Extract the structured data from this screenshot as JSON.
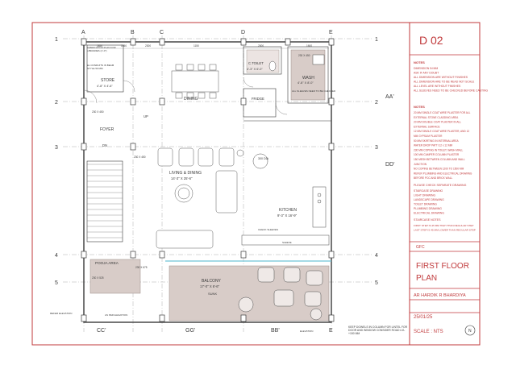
{
  "title_block": {
    "sheet_no": "D 02",
    "notes_head": "NOTES",
    "notes_a": [
      "DIMENSION IN MM",
      "ASK IF ANY DOUBT",
      "ALL DIMENSION ARE WITHOUT FINISHES",
      "ALL DIMENSION ARE TO BE READ NOT SCALE",
      "ALL LEVEL ARE WITHOUT FINISHES",
      "ALL SLEEVES NEED TO BE CHECKED BEFORE CASTING"
    ],
    "notes_b_head": "NOTES",
    "notes_b": [
      "20 MM SINGLE COAT WIRE PLASTER FOR ALL",
      "EXTERNAL STONE CLADDING AREA",
      "20 MM DOUBLE COAT PLASTER IN ALL",
      "EXTERNAL SURFACE",
      "12 MM SINGLE COAT WIRE PLASTER, AND 12",
      "MM GYPSUM PLASTER",
      "50 MM SKIRTING IN INTERNAL AREA",
      "WATER DROP PATTI 12 x 12 MM",
      "230 MM COPING IN TOILET, WASH WALL",
      "100 MM CAMPER COLUMN PLASTER",
      "150 MESH BETWEEN COLUMN AND WALL",
      "JUNCTION",
      "NO COPING BETWEEN 1200 TO 1500 MM",
      "REFER PLUMBING AND ELECTRICAL DRAWING",
      "BEFORE PCC AND BRICK WALL"
    ],
    "check_head": "PLEASE CHECK SEPARATE DRAWING",
    "check_list": [
      "STAIRCASE DRAWING",
      "LIGHT DRAWING",
      "LANDSCAPE DRAWING",
      "TOILET DRAWING",
      "PLUMBING DRAWING",
      "ELECTRICAL DRAWING"
    ],
    "stair_head": "STAIRCASE NOTES",
    "stair_list": [
      "FIRST STEP IS 45 MM HIGH THAN REGULAR STEP",
      "LAST STEP IS 45 MM LOWER THAN REGULAR STEP"
    ],
    "floor_code": "GFC",
    "plan_title_1": "FIRST FLOOR",
    "plan_title_2": "PLAN",
    "architect": "AR HARDIK R BHARDIYA",
    "date": "25/01/25",
    "scale": "SCALE : NTS",
    "north": "N"
  },
  "grid": {
    "top": [
      "A",
      "B",
      "C",
      "D",
      "E"
    ],
    "bottom": [
      "CC'",
      "GG'",
      "BB'",
      "E"
    ],
    "left": [
      "1",
      "2",
      "3",
      "4",
      "5"
    ],
    "right": [
      "1",
      "2",
      "3",
      "4",
      "5"
    ],
    "right_extra": [
      "AA'",
      "DD'"
    ]
  },
  "rooms": {
    "store": "STORE",
    "store_dim": "4'-8\" X 4'-6\"",
    "dining": "DINING",
    "c_toilet": "C.TOILET",
    "c_toilet_dim": "4'-3\" X 6'-0\"",
    "wash": "WASH",
    "wash_dim": "4'-8\" X 8'-0\"",
    "fridge": "FRIDGE",
    "foyer": "FOYER",
    "dn": "DN",
    "up": "UP",
    "living": "LIVING & DINING",
    "living_dim": "14'-3\" X 25'-6\"",
    "kitchen": "KITCHEN",
    "kitchen_dim": "9'-3\" X 16'-9\"",
    "pooja": "POOJA AREA",
    "balcony": "BALCONY",
    "balcony_dim": "17'-0\" X 6'-6\"",
    "sunk": "SUNK"
  },
  "annotations": {
    "store_note_1": "FABRICATION PLAN FOR",
    "store_note_2": "LIBRARIES (1'-0\")",
    "store_note_3": "EL CONDUITS IN BEAM",
    "store_note_4": "STYLE 50 MM",
    "sleeves_note": "ALL SLEEVES NEED TO BE CHECKED",
    "dia": "300 DIA",
    "check_sleeves": "CHECK SLEEVES",
    "sleeve": "SLEEVE",
    "refer_elev": "REFER ELEVATION",
    "elevation": "ELEVATION",
    "refer_elev_2": "AS PER ELEVATION",
    "bottom_note": "KEEP DOWELS IN COLUMN FOR LINTEL FOR DOOR AND WINDOW CONSIDER ROAD LVL +150 MM"
  },
  "dims": {
    "top": [
      "1850",
      "1050",
      "2300",
      "1150",
      "2000",
      "1600"
    ],
    "col": "230 X 450",
    "col2": "230 X 525",
    "col3": "230 X 675",
    "small": [
      "1400",
      "900",
      "1000",
      "1680",
      "750",
      "600",
      "2600",
      "1500",
      "3270"
    ]
  },
  "colors": {
    "red": "#c0393b",
    "line": "#3a3a3a",
    "brown": "#9a8a86",
    "shade": "#d8ccc8",
    "cyan": "#6fc3d6",
    "bg": "#ffffff"
  }
}
